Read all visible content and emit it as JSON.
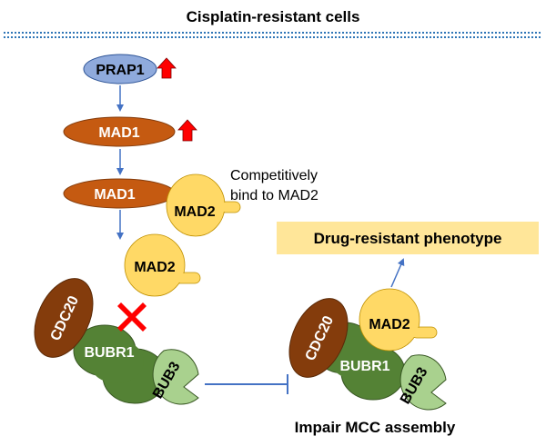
{
  "title": "Cisplatin-resistant cells",
  "nodes": {
    "prap1": "PRAP1",
    "mad1_top": "MAD1",
    "mad1_complex": "MAD1",
    "mad2_bound": "MAD2",
    "mad2_free": "MAD2",
    "cdc20_left": "CDC20",
    "bubr1_left": "BUBR1",
    "bub3_left": "BUB3",
    "cdc20_right": "CDC20",
    "mad2_right": "MAD2",
    "bubr1_right": "BUBR1",
    "bub3_right": "BUB3"
  },
  "annotations": {
    "competitive_line1": "Competitively",
    "competitive_line2": "bind to MAD2",
    "phenotype": "Drug-resistant phenotype",
    "impair": "Impair MCC assembly"
  },
  "colors": {
    "title_line": "#2e75b6",
    "prap1_fill": "#8faadc",
    "mad1_fill": "#c55a11",
    "mad2_fill": "#ffd966",
    "cdc20_fill": "#843c0c",
    "bubr1_fill": "#548235",
    "bub3_fill": "#a9d18e",
    "arrow_blue": "#4472c4",
    "up_arrow_red": "#ff0000",
    "phenotype_box": "#ffe699"
  }
}
